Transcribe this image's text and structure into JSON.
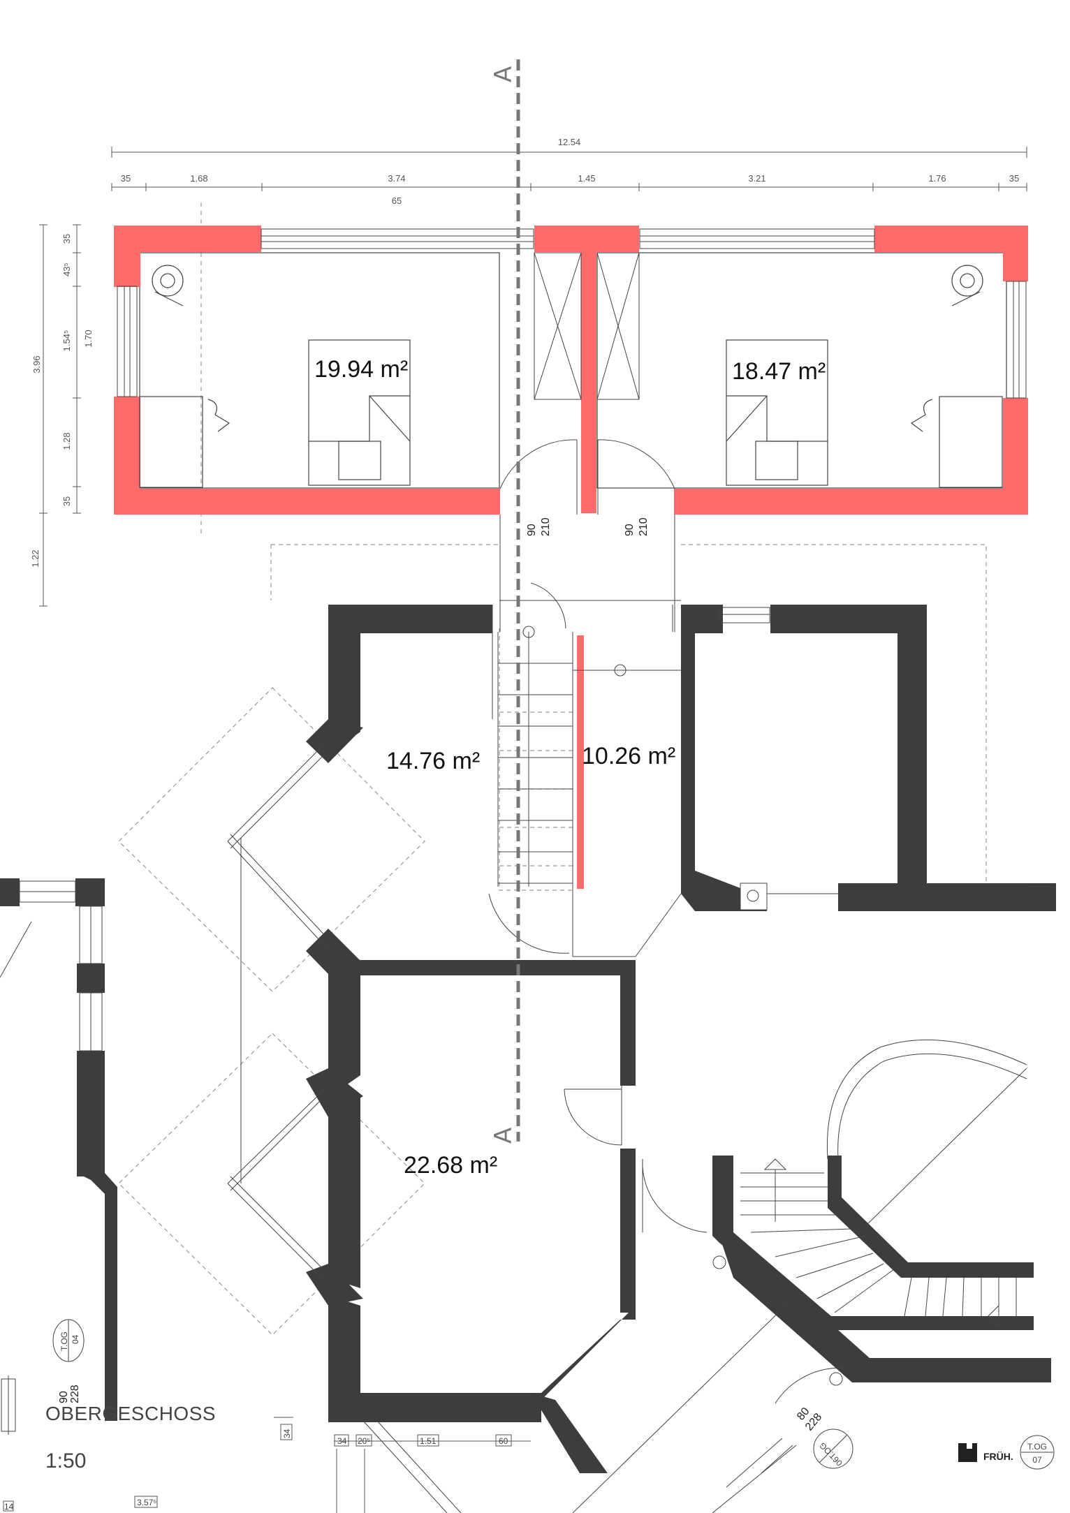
{
  "title": "OBERGESCHOSS",
  "scale": "1:50",
  "section_label": "A",
  "colors": {
    "wall_new": "#ff6b6b",
    "wall_existing": "#3d3d3d",
    "line": "#444444",
    "dashed": "#888888"
  },
  "dimensions": {
    "total": "12.54",
    "segments": [
      "35",
      "1.68",
      "3.74",
      "1.45",
      "3.21",
      "1.76",
      "35"
    ],
    "sub": "65",
    "left_outer": "3.96",
    "left_window": "1.70",
    "left_segments": [
      "35",
      "43⁵",
      "1.54⁵",
      "1.28",
      "35"
    ],
    "lower_left": "1.22",
    "bottom_segments": [
      "34",
      "20⁵",
      "1.51",
      "60"
    ],
    "bottom_misc": "3.57⁵",
    "bottom_small": "14"
  },
  "rooms": [
    {
      "name": "upper-left-room",
      "area": "19.94 m²"
    },
    {
      "name": "upper-right-room",
      "area": "18.47 m²"
    },
    {
      "name": "left-room",
      "area": "14.76 m²"
    },
    {
      "name": "hall",
      "area": "10.26 m²"
    },
    {
      "name": "lower-room",
      "area": "22.68 m²"
    }
  ],
  "doors": [
    {
      "width": "90",
      "height": "210"
    },
    {
      "width": "90",
      "height": "210"
    },
    {
      "width": "90",
      "height": "228"
    },
    {
      "width": "80",
      "height": "228"
    }
  ],
  "tags": [
    {
      "code": "T.OG",
      "number": "04"
    },
    {
      "code": "T.OG",
      "number": "06"
    },
    {
      "code": "T.OG",
      "number": "07"
    }
  ],
  "logo": "FRÜH."
}
